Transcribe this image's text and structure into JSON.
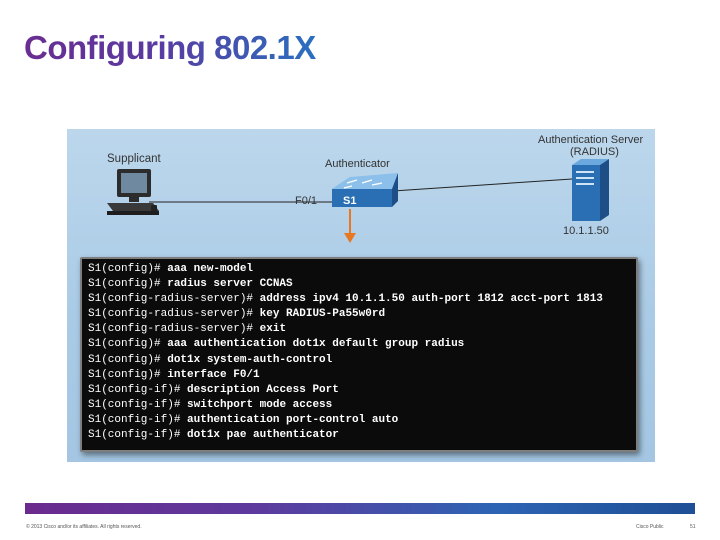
{
  "slide": {
    "title": "Configuring 802.1X",
    "copyright": "© 2013 Cisco and/or its affiliates. All rights reserved.",
    "classification": "Cisco Public",
    "page_number": "51"
  },
  "diagram": {
    "supplicant_label": "Supplicant",
    "authenticator_label": "Authenticator",
    "port_label": "F0/1",
    "switch_label": "S1",
    "server_label_line1": "Authentication Server",
    "server_label_line2": "(RADIUS)",
    "server_ip": "10.1.1.50",
    "colors": {
      "arrow": "#e87722",
      "switch": "#2a6fb3",
      "server": "#1d5ea6"
    }
  },
  "terminal": {
    "lines": [
      {
        "prompt": "S1(config)# ",
        "cmd": "aaa new-model"
      },
      {
        "prompt": "S1(config)# ",
        "cmd": "radius server CCNAS"
      },
      {
        "prompt": "S1(config-radius-server)# ",
        "cmd": "address ipv4 10.1.1.50 auth-port 1812 acct-port 1813"
      },
      {
        "prompt": "S1(config-radius-server)# ",
        "cmd": "key RADIUS-Pa55w0rd"
      },
      {
        "prompt": "S1(config-radius-server)# ",
        "cmd": "exit"
      },
      {
        "prompt": "S1(config)# ",
        "cmd": "aaa authentication dot1x default group radius"
      },
      {
        "prompt": "S1(config)# ",
        "cmd": "dot1x system-auth-control"
      },
      {
        "prompt": "S1(config)# ",
        "cmd": "interface F0/1"
      },
      {
        "prompt": "S1(config-if)# ",
        "cmd": "description Access Port"
      },
      {
        "prompt": "S1(config-if)# ",
        "cmd": "switchport mode access"
      },
      {
        "prompt": "S1(config-if)# ",
        "cmd": "authentication port-control auto"
      },
      {
        "prompt": "S1(config-if)# ",
        "cmd": "dot1x pae authenticator"
      }
    ]
  }
}
